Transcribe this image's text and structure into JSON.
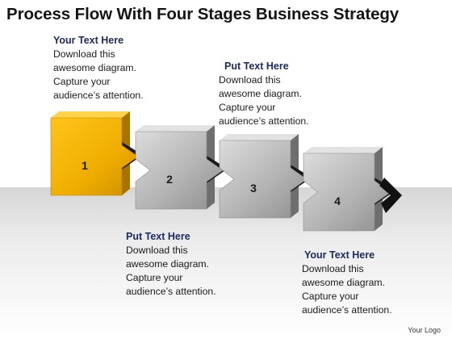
{
  "title": "Process Flow With Four Stages Business Strategy",
  "stages": [
    {
      "number": "1",
      "heading": "Your Text Here",
      "lines": [
        "Download this",
        "awesome diagram.",
        "Capture your",
        "audience’s attention."
      ],
      "color": "#f2b200"
    },
    {
      "number": "2",
      "heading": "Put Text Here",
      "lines": [
        "Download this",
        "awesome diagram.",
        "Capture your",
        "audience’s attention."
      ],
      "color": "#b0b0b0"
    },
    {
      "number": "3",
      "heading": "Put Text Here",
      "lines": [
        "Download this",
        "awesome diagram.",
        "Capture your",
        "audience’s attention."
      ],
      "color": "#b0b0b0"
    },
    {
      "number": "4",
      "heading": "Your Text Here",
      "lines": [
        "Download this",
        "awesome diagram.",
        "Capture your",
        "audience’s attention."
      ],
      "color": "#b0b0b0"
    }
  ],
  "logo": "Your Logo"
}
